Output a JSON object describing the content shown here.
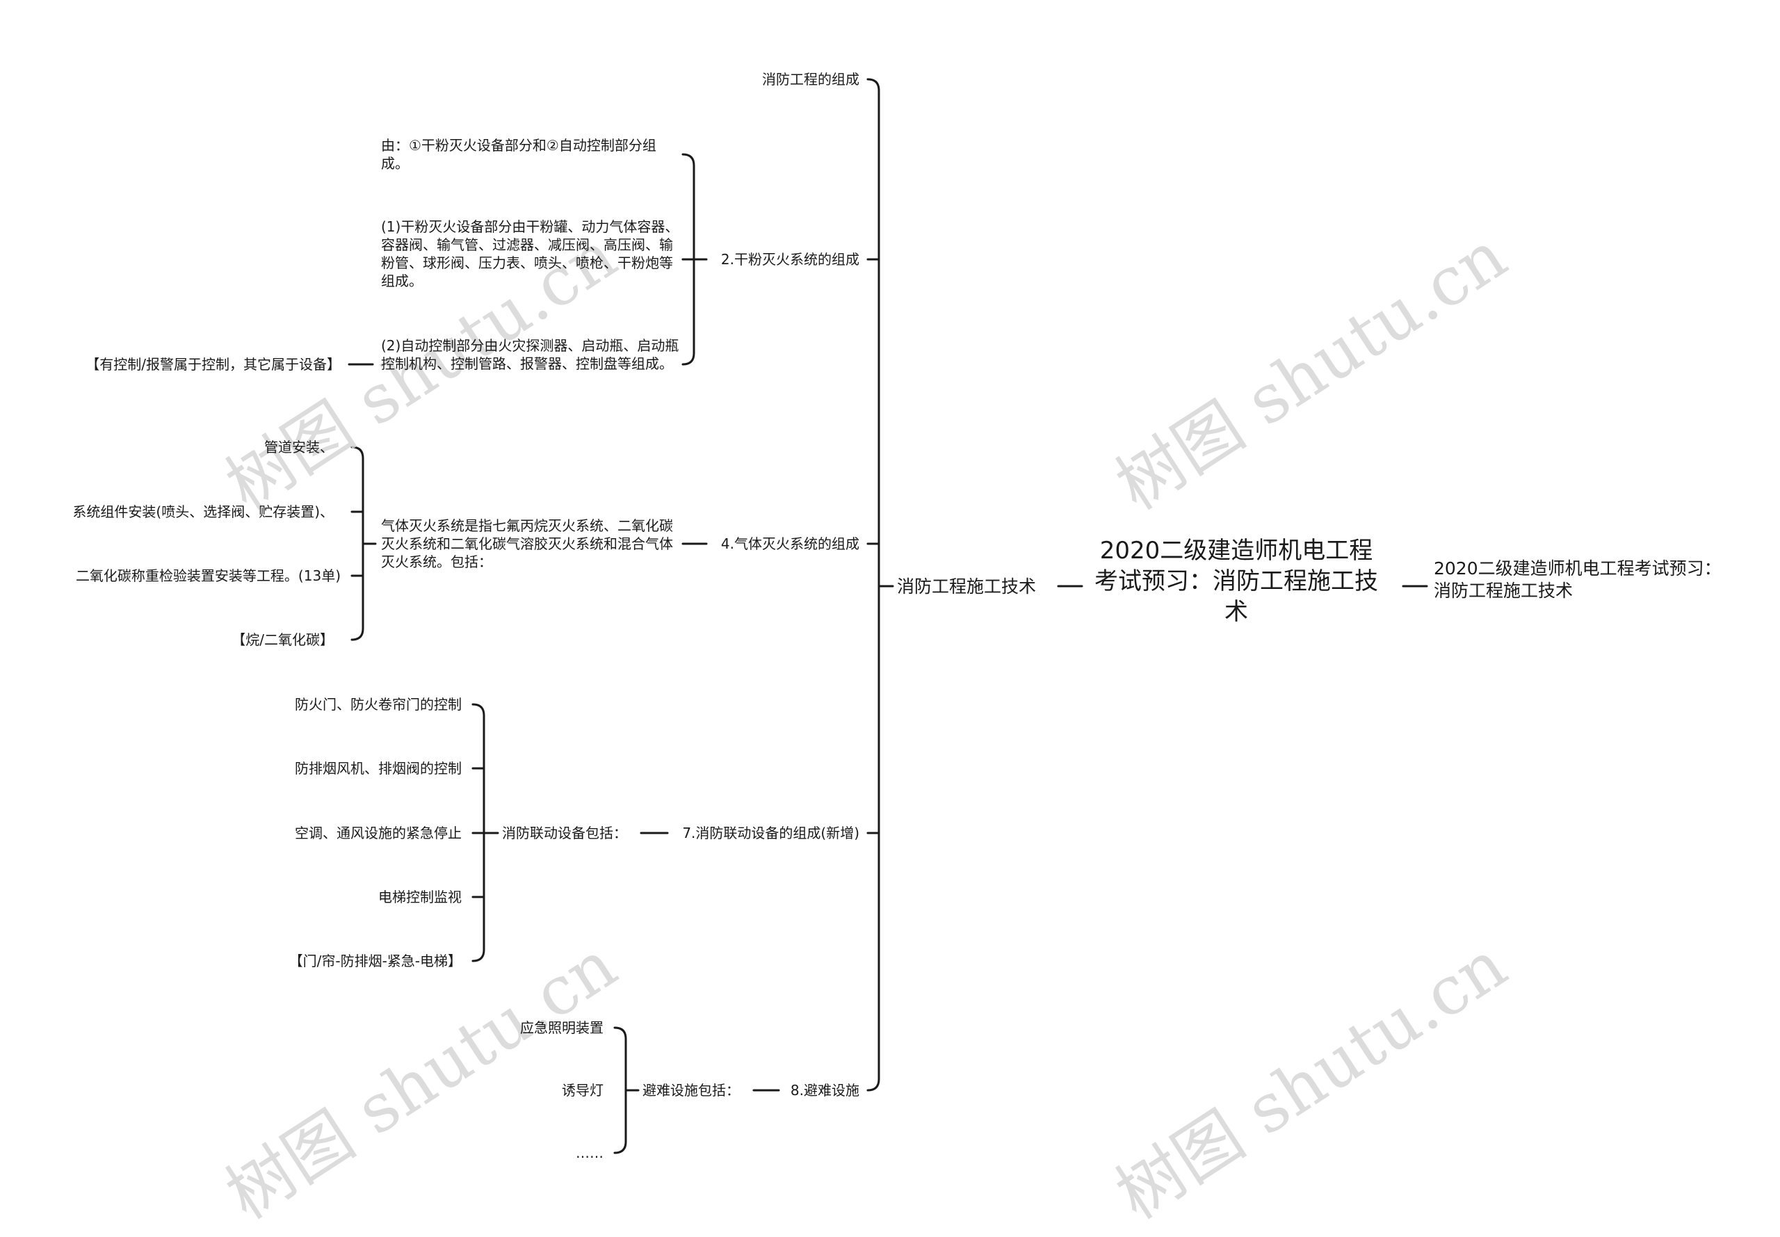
{
  "root": "2020二级建造师机电工程考试预习：消防工程施工技术",
  "right_node": "2020二级建造师机电工程考试预习：消防工程施工技术",
  "main_branch": "消防工程施工技术",
  "watermark": "树图 shutu.cn",
  "branches": {
    "b1": "消防工程的组成",
    "b2": "2.干粉灭火系统的组成",
    "b2_items": [
      "由：①干粉灭火设备部分和②自动控制部分组成。",
      "(1)干粉灭火设备部分由干粉罐、动力气体容器、容器阀、输气管、过滤器、减压阀、高压阀、输粉管、球形阀、压力表、喷头、喷枪、干粉炮等组成。",
      "(2)自动控制部分由火灾探测器、启动瓶、启动瓶控制机构、控制管路、报警器、控制盘等组成。"
    ],
    "b2_note": "【有控制/报警属于控制，其它属于设备】",
    "b4": "4.气体灭火系统的组成",
    "b4_desc": "气体灭火系统是指七氟丙烷灭火系统、二氧化碳灭火系统和二氧化碳气溶胶灭火系统和混合气体灭火系统。包括：",
    "b4_items": [
      "管道安装、",
      "系统组件安装(喷头、选择阀、贮存装置)、",
      "二氧化碳称重检验装置安装等工程。(13单)",
      "【烷/二氧化碳】"
    ],
    "b7": "7.消防联动设备的组成(新增)",
    "b7_desc": "消防联动设备包括：",
    "b7_items": [
      "防火门、防火卷帘门的控制",
      "防排烟风机、排烟阀的控制",
      "空调、通风设施的紧急停止",
      "电梯控制监视",
      "【门/帘-防排烟-紧急-电梯】"
    ],
    "b8": "8.避难设施",
    "b8_desc": "避难设施包括：",
    "b8_items": [
      "应急照明装置",
      "诱导灯",
      "……"
    ]
  }
}
